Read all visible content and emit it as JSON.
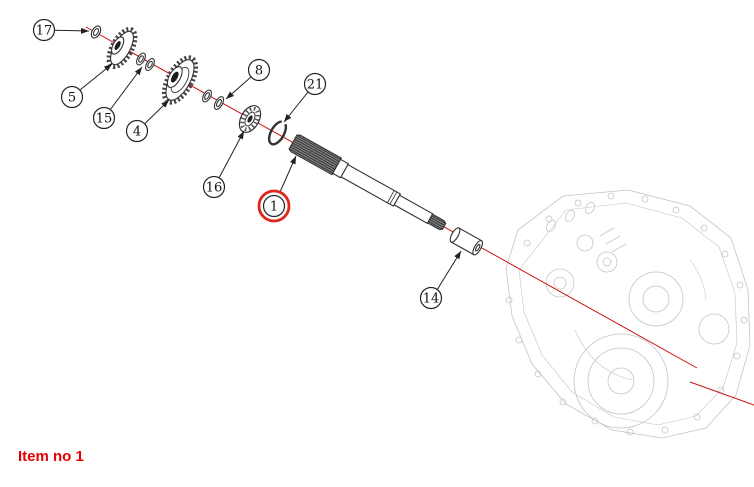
{
  "diagram": {
    "type": "exploded-parts-diagram",
    "caption": "Item no 1",
    "selected_item": "1",
    "callouts": [
      {
        "label": "17",
        "highlighted": false
      },
      {
        "label": "5",
        "highlighted": false
      },
      {
        "label": "15",
        "highlighted": false
      },
      {
        "label": "4",
        "highlighted": false
      },
      {
        "label": "8",
        "highlighted": false
      },
      {
        "label": "16",
        "highlighted": false
      },
      {
        "label": "1",
        "highlighted": true
      },
      {
        "label": "21",
        "highlighted": false
      },
      {
        "label": "14",
        "highlighted": false
      }
    ],
    "colors": {
      "centerline": "#cc1111",
      "highlight_ring": "#e1251b",
      "caption": "#e60000",
      "part_stroke": "#333333",
      "housing": "#c4c4c4"
    }
  }
}
